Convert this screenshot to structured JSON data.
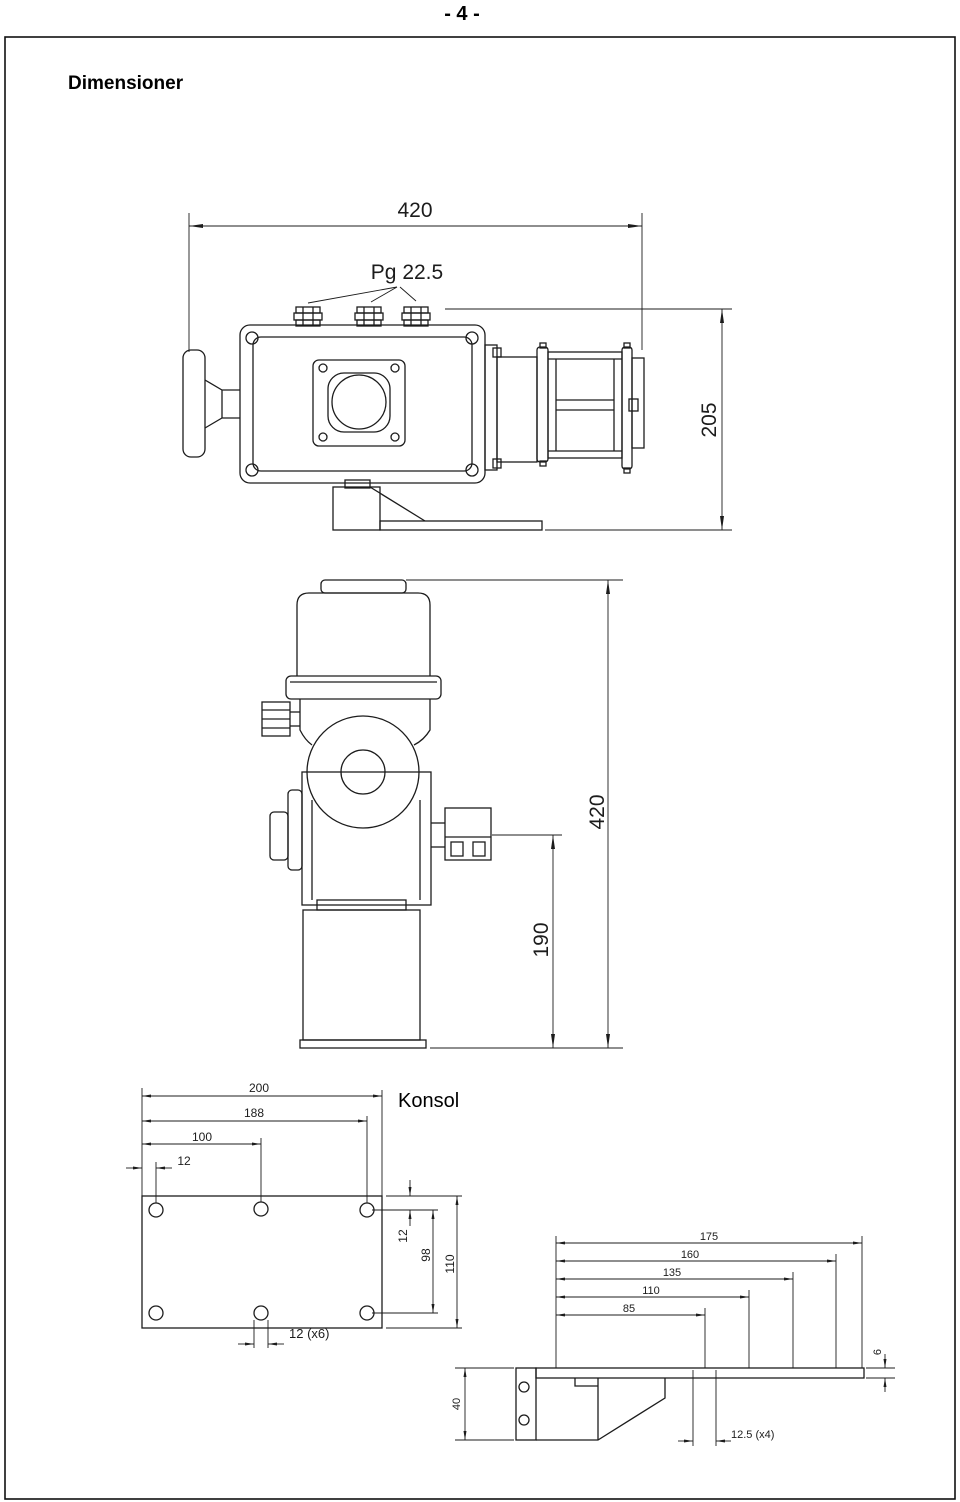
{
  "page": {
    "number": "- 4 -",
    "title": "Dimensioner"
  },
  "side_view": {
    "width_dim": "420",
    "gland_label": "Pg 22.5",
    "height_dim": "205"
  },
  "front_view": {
    "height_dim": "420",
    "axis_height_dim": "190"
  },
  "konsol": {
    "title": "Konsol",
    "plate_top": {
      "d200": "200",
      "d188": "188",
      "d100": "100",
      "d12": "12",
      "v12": "12",
      "v98": "98",
      "v110": "110",
      "holes": "12 (x6)"
    },
    "plate_side": {
      "d175": "175",
      "d160": "160",
      "d135": "135",
      "d110": "110",
      "d85": "85",
      "thickness": "6",
      "height": "40",
      "holes": "12.5 (x4)"
    }
  }
}
